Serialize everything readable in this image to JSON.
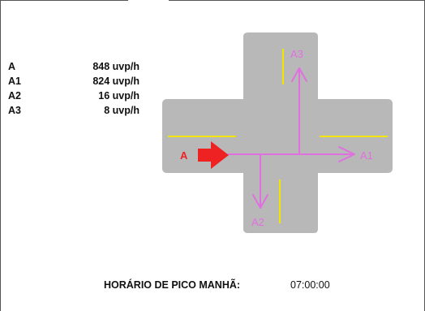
{
  "flows": [
    {
      "name": "A",
      "value": "848",
      "unit": "uvp/h"
    },
    {
      "name": "A1",
      "value": "824",
      "unit": "uvp/h"
    },
    {
      "name": "A2",
      "value": "16",
      "unit": "uvp/h"
    },
    {
      "name": "A3",
      "value": "8",
      "unit": "uvp/h"
    }
  ],
  "diagram": {
    "approach_label": "A",
    "labels": {
      "east": "A1",
      "south": "A2",
      "north": "A3"
    }
  },
  "footer": {
    "label": "HORÁRIO DE PICO MANHÃ:",
    "time": "07:00:00"
  },
  "colors": {
    "road": "#b8b8b8",
    "lane_marking": "#f2e600",
    "flow_arrows": "#e070e0",
    "approach_arrow": "#ee2222"
  }
}
